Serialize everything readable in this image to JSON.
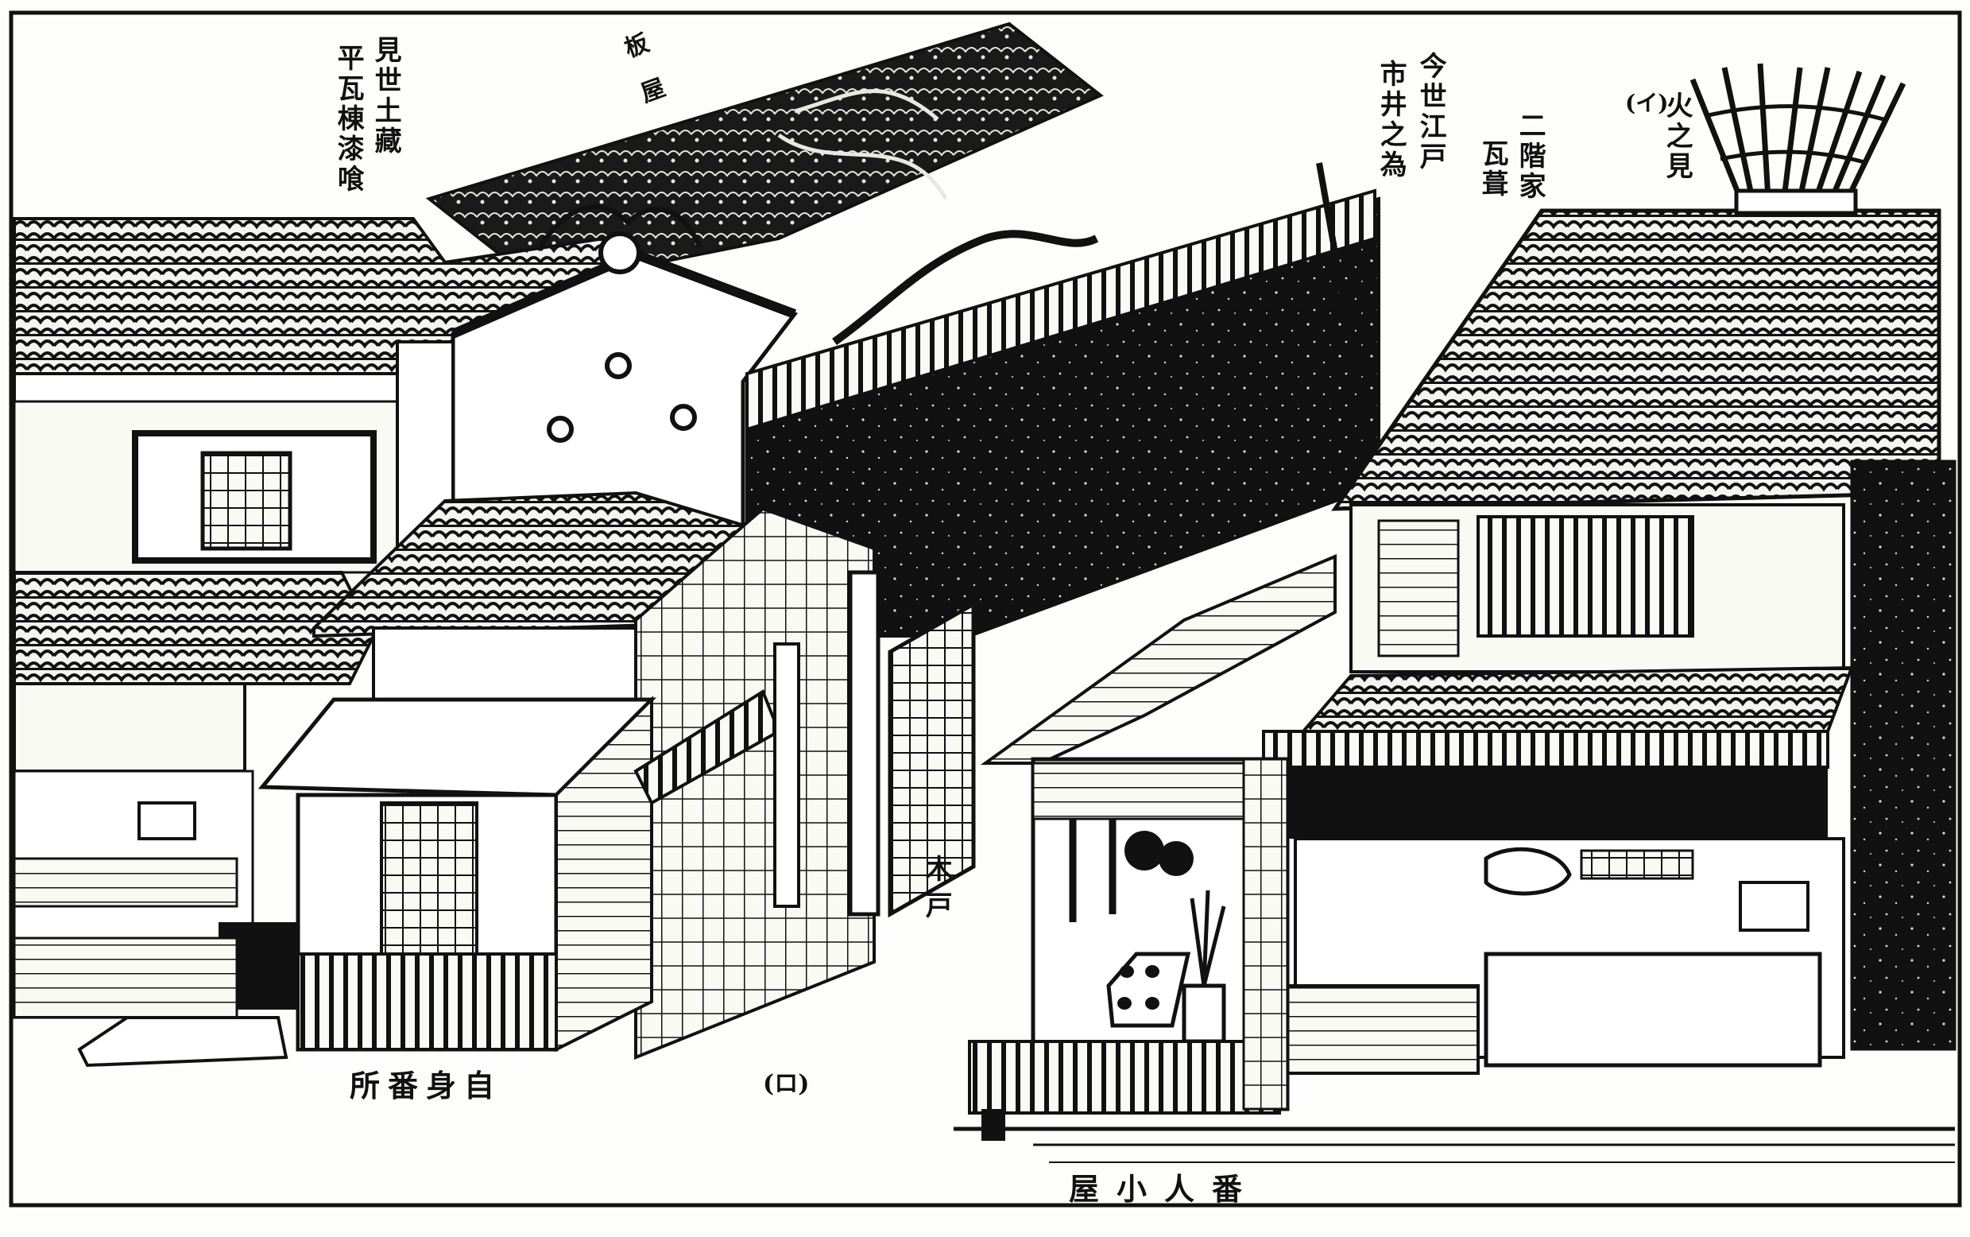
{
  "labels": {
    "top_left_col1": "見世土藏",
    "top_left_col2": "平瓦棟漆喰",
    "roof_label": "板屋",
    "top_center_col1": "今世江戸",
    "top_center_col2": "市井之為",
    "top_right_col1": "二階家",
    "top_right_col2": "瓦葺",
    "top_right_marker": "(イ)",
    "top_right_tower": "火之見",
    "gate_label": "木戸",
    "left_building": "自身番所",
    "center_marker": "(ロ)",
    "right_building": "番人小屋"
  },
  "colors": {
    "ink": "#111111",
    "paper": "#fdfdfb",
    "roof_dark": "#1a1a1a"
  }
}
